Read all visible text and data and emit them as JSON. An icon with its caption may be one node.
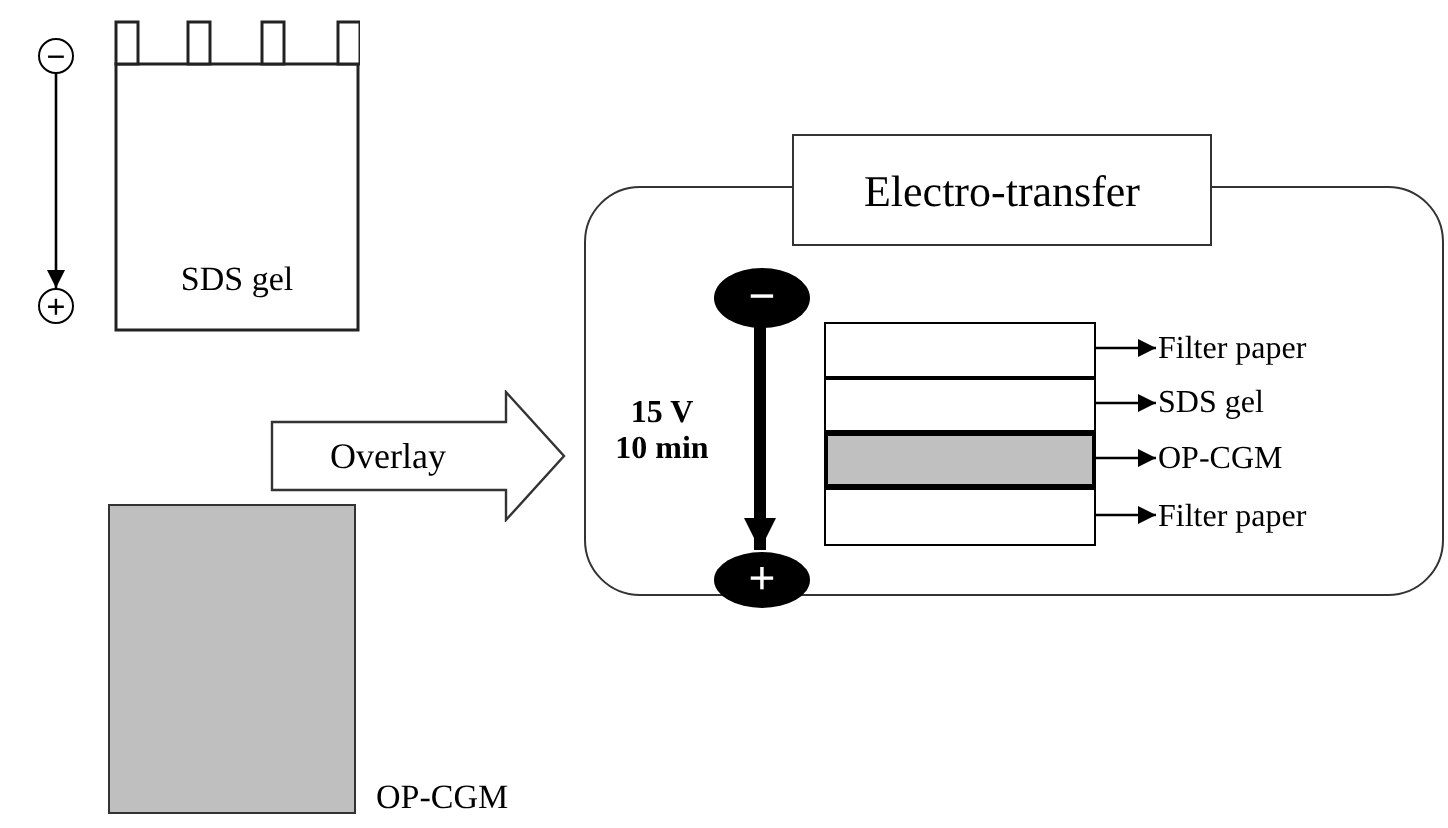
{
  "diagram": {
    "nodes": [
      {
        "text": [
          "−"
        ]
      },
      {
        "text": [
          "SDS gel"
        ]
      },
      {
        "text": [
          "+"
        ]
      },
      {
        "text": [
          "Overlay"
        ]
      },
      {
        "text": [
          "Electro-transfer"
        ]
      },
      {
        "text": [
          "−"
        ],
        "in": 4
      },
      {
        "text": [],
        "shape": "box",
        "in": 4
      },
      {
        "text": [],
        "shape": "box",
        "in": 4
      },
      {
        "text": [],
        "shape": "box",
        "in": 4
      },
      {
        "text": [],
        "shape": "box",
        "in": 4
      },
      {
        "text": [
          "Filter paper"
        ],
        "in": 4
      },
      {
        "text": [
          "SDS gel"
        ],
        "in": 4
      },
      {
        "text": [
          "OP-CGM"
        ],
        "in": 4
      },
      {
        "text": [
          "Filter paper"
        ],
        "in": 4
      },
      {
        "text": [
          "+"
        ],
        "in": 4
      },
      {
        "text": [],
        "shape": "box",
        "beside": [
          "OP-CGM"
        ]
      }
    ],
    "edges": [
      {
        "from": 0,
        "to": 2,
        "arrow": "to"
      },
      {
        "from": 5,
        "to": 14,
        "arrow": "to",
        "style": "thick",
        "label": "15 V 10 min"
      },
      {
        "from": 6,
        "to": 10,
        "arrow": "to"
      },
      {
        "from": 7,
        "to": 11,
        "arrow": "to"
      },
      {
        "from": 8,
        "to": 12,
        "arrow": "to"
      },
      {
        "from": 9,
        "to": 13,
        "arrow": "to"
      }
    ]
  }
}
